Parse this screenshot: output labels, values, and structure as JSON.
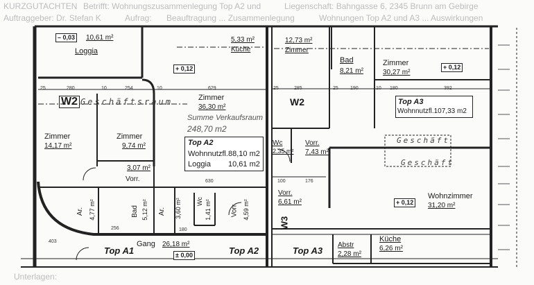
{
  "units": {
    "top_a1": {
      "label": "Top A1"
    },
    "top_a2": {
      "label": "Top A2",
      "wohnnutzfl_label": "Wohnnutzfl.",
      "wohnnutzfl_value": "88,10 m2",
      "loggia_label": "Loggia",
      "loggia_value": "10,61 m2"
    },
    "top_a3": {
      "label": "Top A3",
      "wohnnutzfl": "Wohnnutzfl.107,33 m2"
    },
    "top_a2_bottom": {
      "label": "Top A2"
    },
    "top_a3_bottom": {
      "label": "Top A3"
    }
  },
  "rooms": {
    "loggia": {
      "name": "Loggia",
      "area": "10,61 m²",
      "level": "– 0,03"
    },
    "kueche_a2": {
      "name": "Küche",
      "area": "5,33 m²",
      "level": "+ 0,12"
    },
    "zimmer_a2": {
      "name": "Zimmer",
      "area": "36,30 m²"
    },
    "zimmer_left": {
      "name": "Zimmer",
      "area": "14,17 m²"
    },
    "zimmer_mid": {
      "name": "Zimmer",
      "area": "9,74 m²"
    },
    "vorr_a1": {
      "name": "Vorr.",
      "area": "3,07 m²"
    },
    "ar_1": {
      "name": "Ar.",
      "area": "4,77 m²"
    },
    "bad_a1": {
      "name": "Bad",
      "area": "5,12 m²"
    },
    "ar_2": {
      "name": "Ar.",
      "area": "3,60 m²"
    },
    "wc_a1": {
      "name": "Wc",
      "area": "1,41 m²"
    },
    "vorr_a2": {
      "name": "Vorr.",
      "area": "4,59 m²"
    },
    "gang": {
      "name": "Gang",
      "area": "26,18 m²",
      "level": "± 0,00"
    },
    "zimmer_a3": {
      "name": "Zimmer",
      "area": "12,73 m²"
    },
    "bad_a3": {
      "name": "Bad",
      "area": "8,21 m²"
    },
    "zimmer_a3_large": {
      "name": "Zimmer",
      "area": "30,27 m²",
      "level": "+ 0,12"
    },
    "wc_a3": {
      "name": "Wc",
      "area": "2,35 m²"
    },
    "vorr_a3": {
      "name": "Vorr.",
      "area": "7,43 m²"
    },
    "vorr_a3_2": {
      "name": "Vorr.",
      "area": "6,61 m²"
    },
    "wohnzimmer": {
      "name": "Wohnzimmer",
      "area": "31,20 m²",
      "level": "+ 0,12"
    },
    "abstr": {
      "name": "Abstr",
      "area": "2,28 m²"
    },
    "kueche_a3": {
      "name": "Küche",
      "area": "6,26 m²"
    }
  },
  "annotations": {
    "w2_left": "W2",
    "w2_right": "W2",
    "w3": "W3",
    "geschaeftsraum": "Geschäftsraum",
    "summe_label": "Summe Verkaufsraum",
    "summe_value": "248,70 m2",
    "geschaeft_1": "Geschäft",
    "geschaeft_2": "Geschäft"
  },
  "dimensions": [
    "25",
    "280",
    "10",
    "254",
    "10",
    "629",
    "25",
    "285",
    "25",
    "190",
    "10",
    "180",
    "392",
    "630",
    "100",
    "176",
    "256",
    "180",
    "403"
  ],
  "background_text": [
    "KURZGUTACHTEN",
    "Betrifft: Wohnungszusammenlegung Top A2 und",
    "Liegenschaft: Bahngasse 6, 2345 Brunn am Gebirge",
    "Auftraggeber: Dr. Stefan K",
    "Aufrag:",
    "Beauftragung ... Zusammenlegung",
    "Wohnungen Top A2 und A3 ... Auswirkungen",
    "Unterlagen:"
  ]
}
